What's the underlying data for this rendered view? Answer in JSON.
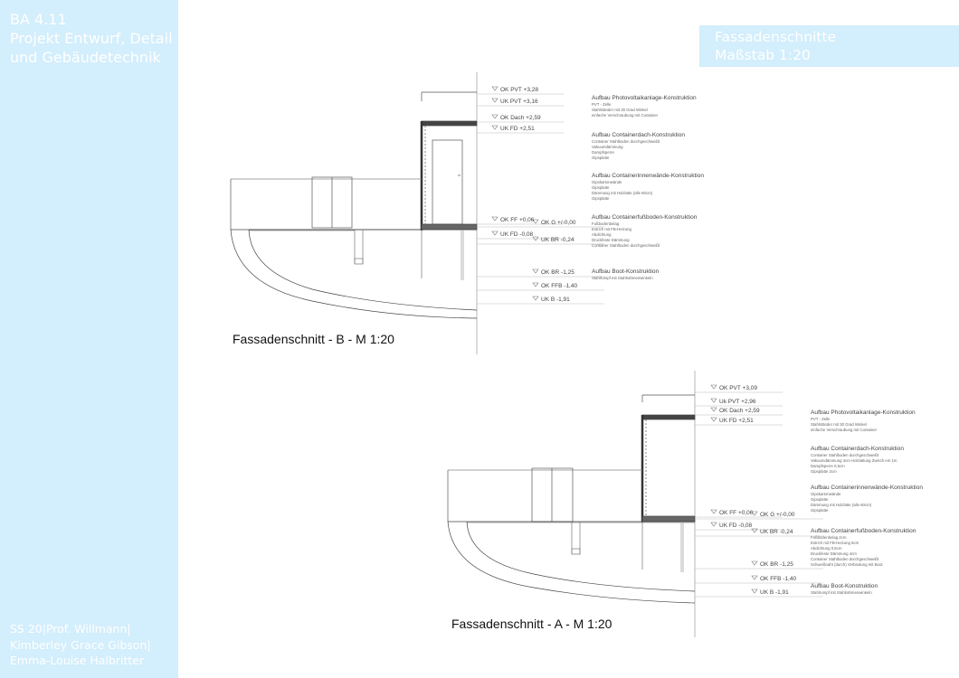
{
  "sidebar": {
    "title_lines": [
      "BA 4.11",
      "Projekt Entwurf, Detail",
      "und Gebäudetechnik"
    ],
    "footer_lines": [
      "SS 20|Prof. Willmann|",
      "Kimberley Grace Gibson|",
      "Emma-Louise Halbritter"
    ]
  },
  "header": {
    "line1": "Fassadenschnitte",
    "line2": "Maßstab 1:20"
  },
  "section_b": {
    "caption": "Fassadenschnitt - B - M 1:20",
    "levels": [
      "OK PVT +3,28",
      "UK PVT +3,16",
      "OK Dach +2,59",
      "UK FD +2,51",
      "OK FF +0,06",
      "OK G +/-0,00",
      "UK FD -0,08",
      "UK BR -0,24",
      "OK BR -1,25",
      "OK FFB -1,40",
      "UK B -1,91"
    ],
    "layers": [
      {
        "title": "Aufbau Photovoltaikanlage-Konstruktion",
        "lines": [
          "PVT - Zelle",
          "Stahlständer mit 30 Grad Winkel",
          "einfache Verschraubung mit Container"
        ]
      },
      {
        "title": "Aufbau Containerdach-Konstruktion",
        "lines": [
          "Container Stahlboden durchgeschweißt",
          "Vakuumdämmung",
          "Dampfsperre",
          "Gipsplatte"
        ]
      },
      {
        "title": "Aufbau Containerinnenwände-Konstruktion",
        "lines": [
          "Gipskartonwände",
          "Gipsplatte",
          "Dämmung mit Holzlatte (alle 60cm)",
          "Gipsplatte"
        ]
      },
      {
        "title": "Aufbau Containerfußboden-Konstruktion",
        "lines": [
          "Fußbodenbelag",
          "Estrich mit FB-Heizung",
          "Abdichtung",
          "Druckfeste Dämmung",
          "Container Stahlboden durchgeschweißt"
        ]
      },
      {
        "title": "Aufbau Boot-Konstruktion",
        "lines": [
          "Stahlrumpf mit Stahlrahmenwinkeln"
        ]
      }
    ]
  },
  "section_a": {
    "caption": "Fassadenschnitt - A - M 1:20",
    "levels": [
      "OK PVT +3,09",
      "Uk PVT +2,96",
      "OK Dach +2,59",
      "UK FD +2,51",
      "OK FF +0,06",
      "OK G +/-0,00",
      "UK FD -0,08",
      "UK BR -0,24",
      "OK BR -1,25",
      "OK FFB -1,40",
      "UK B -1,91"
    ],
    "layers": [
      {
        "title": "Aufbau Photovoltaikanlage-Konstruktion",
        "lines": [
          "PVT - Zelle",
          "Stahlständer mit 30 Grad Winkel",
          "einfache Verschraubung mit Container"
        ]
      },
      {
        "title": "Aufbau Containerdach-Konstruktion",
        "lines": [
          "Container Stahlboden durchgeschweißt",
          "Vakuumdämmung 4cm Holzlattung Zwisch em 1m",
          "Dampfsperre 0,5cm",
          "Gipsplatte 2cm"
        ]
      },
      {
        "title": "Aufbau Containerinnenwände-Konstruktion",
        "lines": [
          "Gipskartonwände",
          "Gipsplatte",
          "Dämmung mit Holzlatte (alle 60cm)",
          "Gipsplatte"
        ]
      },
      {
        "title": "Aufbau Containerfußboden-Konstruktion",
        "lines": [
          "Fußbodenbelag 2cm",
          "Estrich mit FB-Heizung 6cm",
          "Abdichtung 0,5cm",
          "Druckfeste Dämmung 4cm",
          "Container Stahlboden durchgeschweißt",
          "Schweißnaht (durch) Verbindung mit Boot"
        ]
      },
      {
        "title": "Aufbau Boot-Konstruktion",
        "lines": [
          "Stahlrumpf mit Stahlrahmenwinkeln"
        ]
      }
    ]
  }
}
